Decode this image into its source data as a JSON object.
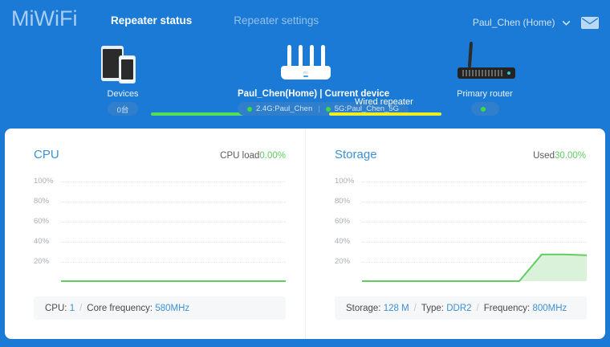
{
  "header": {
    "logo": "MiWiFi",
    "nav": [
      {
        "label": "Repeater status",
        "active": true
      },
      {
        "label": "Repeater settings",
        "active": false
      }
    ],
    "user": "Paul_Chen (Home)",
    "caret": "⌄",
    "mail_icon": "envelope-icon"
  },
  "topology": {
    "devices": {
      "label": "Devices",
      "count": "0台",
      "icon": "devices-tablet-phone-icon"
    },
    "repeater": {
      "label": "Paul_Chen(Home) | Current device",
      "ssid_24": "2.4G:Paul_Chen",
      "ssid_5": "5G:Paul_Chen_5G",
      "separator": "|",
      "icon": "wifi-router-icon"
    },
    "primary": {
      "label": "Primary router",
      "status": "",
      "icon": "primary-router-icon"
    },
    "link_left_color": "#55dd55",
    "link_right_color": "#eeee22",
    "link_right_label": "Wired repeater"
  },
  "cpu_panel": {
    "title": "CPU",
    "stat_label": "CPU load",
    "stat_value": "0.00%",
    "footer": {
      "cpu_label": "CPU:",
      "cpu_value": "1",
      "freq_label": "Core frequency:",
      "freq_value": "580MHz",
      "slash": "/"
    }
  },
  "storage_panel": {
    "title": "Storage",
    "stat_label": "Used",
    "stat_value": "30.00%",
    "footer": {
      "storage_label": "Storage:",
      "storage_value": "128 M",
      "type_label": "Type:",
      "type_value": "DDR2",
      "freq_label": "Frequency:",
      "freq_value": "800MHz",
      "slash": "/"
    }
  },
  "chart_data": [
    {
      "type": "area",
      "title": "CPU",
      "ylabel": "",
      "xlabel": "",
      "ylim": [
        0,
        110
      ],
      "yticks": [
        "20%",
        "40%",
        "60%",
        "80%",
        "100%"
      ],
      "ytick_values": [
        20,
        40,
        60,
        80,
        100
      ],
      "grid": true,
      "series": [
        {
          "name": "CPU load",
          "color": "#63cc63",
          "x": [
            0,
            10,
            20,
            30,
            40,
            50,
            60,
            70,
            80,
            90,
            100
          ],
          "values": [
            0,
            0,
            0,
            0,
            0,
            0,
            0,
            0,
            0,
            0,
            0
          ]
        }
      ]
    },
    {
      "type": "area",
      "title": "Storage",
      "ylabel": "",
      "xlabel": "",
      "ylim": [
        0,
        110
      ],
      "yticks": [
        "20%",
        "40%",
        "60%",
        "80%",
        "100%"
      ],
      "ytick_values": [
        20,
        40,
        60,
        80,
        100
      ],
      "grid": true,
      "series": [
        {
          "name": "Used",
          "color": "#63cc63",
          "fill": "#d9f2d9",
          "x": [
            0,
            10,
            20,
            30,
            40,
            50,
            60,
            70,
            80,
            90,
            100
          ],
          "values": [
            0,
            0,
            0,
            0,
            0,
            0,
            0,
            0,
            30,
            30,
            29
          ]
        }
      ]
    }
  ],
  "colors": {
    "background": "#1b7ad6",
    "accent": "#3d8fd6",
    "green": "#63cc63",
    "yellow": "#eeee22"
  }
}
